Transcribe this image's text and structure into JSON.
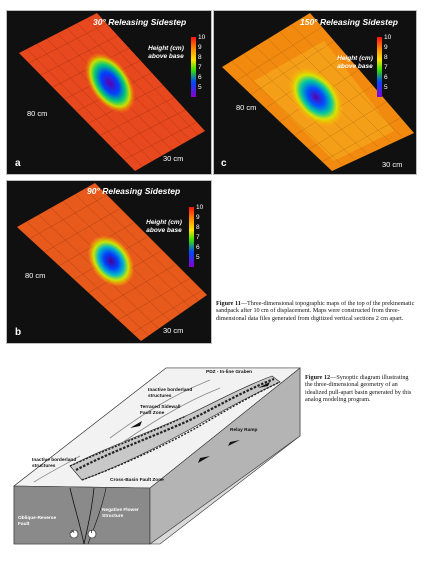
{
  "figure11": {
    "panels": [
      {
        "letter": "a",
        "title": "30° Releasing Sidestep",
        "height_label": "Height (cm) above base",
        "length": "80 cm",
        "width": "30 cm"
      },
      {
        "letter": "c",
        "title": "150° Releasing Sidestep",
        "height_label": "Height (cm) above base",
        "length": "80 cm",
        "width": "30 cm"
      },
      {
        "letter": "b",
        "title": "90° Releasing Sidestep",
        "height_label": "Height (cm) above base",
        "length": "80 cm",
        "width": "30 cm"
      }
    ],
    "colorbar_ticks": [
      "10",
      "9",
      "8",
      "7",
      "6",
      "5"
    ],
    "caption_lead": "Figure 11",
    "caption_body": "—Three-dimensional topographic maps of the top of the prekinematic sandpack after 10 cm of displacement. Maps were constructed from three-dimensional data files generated from digitized vertical sections 2 cm apart."
  },
  "figure12": {
    "caption_lead": "Figure 12",
    "caption_body": "—Synoptic diagram illustrating the three-dimensional geometry of an idealized pull-apart basin generated by this analog modeling program.",
    "labels": {
      "pdz": "PDZ - In-line Graben",
      "inactive_top": "Inactive borderland structures",
      "terraced": "Terraced Sidewall Fault Zone",
      "relay": "Relay Ramp",
      "inactive_left": "Inactive borderland structures",
      "cross_basin": "Cross-Basin Fault Zone",
      "oblique": "Oblique-Reverse Fault",
      "negative_flower": "Negative Flower Structure",
      "symbol_a": "A",
      "symbol_t": "T"
    }
  }
}
